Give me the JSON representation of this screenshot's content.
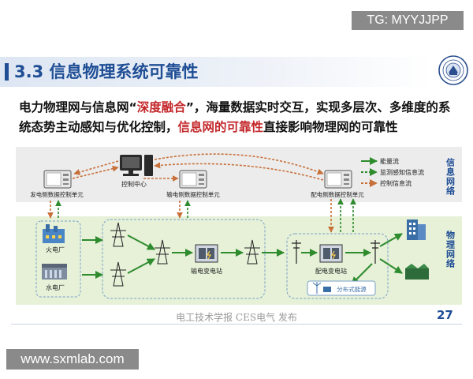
{
  "watermark_top": "TG: MYYJJPP",
  "slide_title": "3.3 信息物理系统可靠性",
  "paragraph": {
    "p1": "电力物理网与信息网“",
    "p2": "深度融合",
    "p3": "”，海量数据实时交互，实现多层次、多维度的系统态势主动感知与优化控制，",
    "p4": "信息网的可靠性",
    "p5": "直接影响物理网的可靠性"
  },
  "diagram": {
    "info_layer_label": "信息网络",
    "physical_layer_label": "物理网络",
    "control_center": "控制中心",
    "gen_control_unit": "发电侧数据控制单元",
    "trans_control_unit": "输电侧数据控制单元",
    "dist_control_unit": "配电侧数据控制单元",
    "thermal_plant": "火电厂",
    "hydro_plant": "水电厂",
    "trans_substation": "输电变电站",
    "dist_substation": "配电变电站",
    "distributed_energy": "分布式能源",
    "legend": {
      "energy_flow": "能量流",
      "monitoring_flow": "监测感知信息流",
      "control_flow": "控制信息流"
    },
    "colors": {
      "energy_flow": "#2e8b2e",
      "monitoring_flow": "#2e8b2e",
      "control_flow": "#c8703a",
      "info_band": "#ececec",
      "physical_band": "#e6f1d8"
    }
  },
  "credit": "电工技术学报 CES电气 发布",
  "page_number": "27",
  "watermark_bottom": "www.sxmlab.com"
}
